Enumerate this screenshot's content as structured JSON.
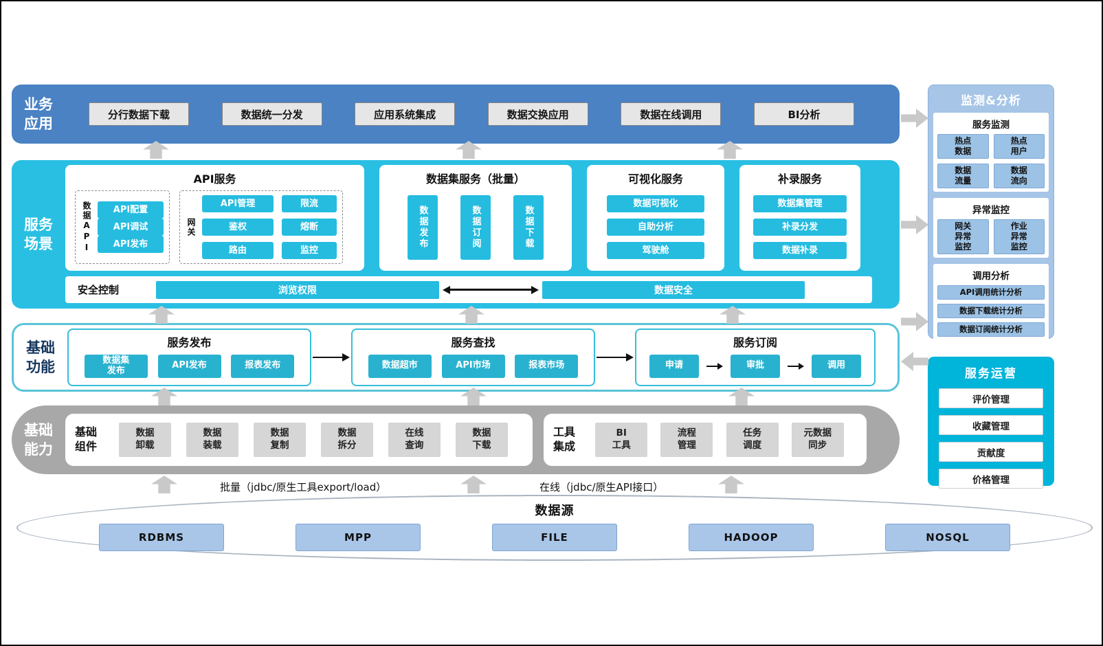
{
  "palette": {
    "business_blue": "#4a82c4",
    "scenario_cyan": "#29bfe3",
    "node_cyan": "#25bce0",
    "function_border_teal": "#5ac4d8",
    "function_button_teal": "#29b2cf",
    "capability_gray": "#a8a8a8",
    "datasource_blue": "#a9c6e8",
    "monitor_panel_blue": "#a6c5e7",
    "monitor_button_blue": "#9cc2e5",
    "operations_cyan": "#00b4da",
    "arrow_gray": "#c9c9c9"
  },
  "layers": {
    "business": {
      "label": "业务\n应用",
      "items": [
        "分行数据下载",
        "数据统一分发",
        "应用系统集成",
        "数据交换应用",
        "数据在线调用",
        "BI分析"
      ]
    },
    "scenario": {
      "label": "服务\n场景",
      "api_service": {
        "title": "API服务",
        "data_api": {
          "label": "数据API",
          "items": [
            "API配置",
            "API调试",
            "API发布"
          ]
        },
        "gateway": {
          "label": "网关",
          "items": [
            "API管理",
            "限流",
            "鉴权",
            "熔断",
            "路由",
            "监控"
          ]
        }
      },
      "dataset_service": {
        "title": "数据集服务（批量）",
        "items": [
          "数据发布",
          "数据订阅",
          "数据下载"
        ]
      },
      "visual_service": {
        "title": "可视化服务",
        "items": [
          "数据可视化",
          "自助分析",
          "驾驶舱"
        ]
      },
      "supplement_service": {
        "title": "补录服务",
        "items": [
          "数据集管理",
          "补录分发",
          "数据补录"
        ]
      },
      "security": {
        "label": "安全控制",
        "items": [
          "浏览权限",
          "数据安全"
        ]
      }
    },
    "basic_function": {
      "label": "基础\n功能",
      "publish": {
        "title": "服务发布",
        "items": [
          "数据集\n发布",
          "API发布",
          "报表发布"
        ]
      },
      "search": {
        "title": "服务查找",
        "items": [
          "数据超市",
          "API市场",
          "报表市场"
        ]
      },
      "subscribe": {
        "title": "服务订阅",
        "items": [
          "申请",
          "审批",
          "调用"
        ]
      }
    },
    "basic_capability": {
      "label": "基础\n能力",
      "components": {
        "label": "基础\n组件",
        "items": [
          "数据\n卸载",
          "数据\n装载",
          "数据\n复制",
          "数据\n拆分",
          "在线\n查询",
          "数据\n下载"
        ]
      },
      "tools": {
        "label": "工具\n集成",
        "items": [
          "BI\n工具",
          "流程\n管理",
          "任务\n调度",
          "元数据\n同步"
        ]
      }
    },
    "datasource": {
      "title": "数据源",
      "items": [
        "RDBMS",
        "MPP",
        "FILE",
        "HADOOP",
        "NOSQL"
      ]
    }
  },
  "connectors": {
    "batch_label": "批量（jdbc/原生工具export/load）",
    "online_label": "在线（jdbc/原生API接口）"
  },
  "monitor_panel": {
    "title": "监测&分析",
    "service_monitor": {
      "title": "服务监测",
      "items": [
        "热点\n数据",
        "热点\n用户",
        "数据\n流量",
        "数据\n流向"
      ]
    },
    "exception_monitor": {
      "title": "异常监控",
      "items": [
        "网关\n异常\n监控",
        "作业\n异常\n监控"
      ]
    },
    "call_analysis": {
      "title": "调用分析",
      "items": [
        "API调用统计分析",
        "数据下载统计分析",
        "数据订阅统计分析"
      ]
    }
  },
  "operations_panel": {
    "title": "服务运营",
    "items": [
      "评价管理",
      "收藏管理",
      "贡献度",
      "价格管理"
    ]
  }
}
